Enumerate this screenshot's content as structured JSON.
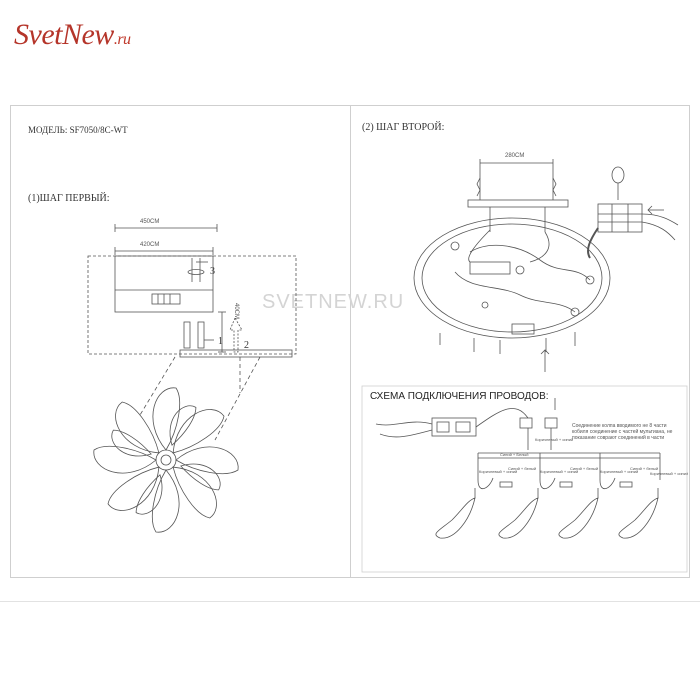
{
  "brand": {
    "logo_text": "SvetNew",
    "logo_suffix": ".ru"
  },
  "model": {
    "label": "МОДЕЛЬ: SF7050/8C-WT"
  },
  "step1": {
    "title": "(1)ШАГ ПЕРВЫЙ:",
    "dim_outer": "450CM",
    "dim_inner": "420CM",
    "dim_side": "40CM",
    "marker_1": "1",
    "marker_2": "2",
    "marker_3": "3"
  },
  "step2": {
    "title": "(2) ШАГ ВТОРОЙ:",
    "dim_top": "280CM"
  },
  "watermark": "SVETNEW.RU",
  "wiring": {
    "title": "СХЕМА ПОДКЛЮЧЕНИЯ ПРОВОДОВ:",
    "note_lines": [
      "Соединение колпа вводимого не 8 части",
      "кобиля соединение с частей мультиана, не",
      "показание соврают соединений в части"
    ],
    "small_labels": [
      "Синий + Белый",
      "Коричневый + синий"
    ],
    "wire_labels": [
      "Коричневый + синий",
      "Синий + белый",
      "Коричневый + синий",
      "Синий + белый",
      "Коричневый + синий",
      "Синий + белый",
      "Коричневый + синий"
    ]
  },
  "colors": {
    "brand": "#b5352a",
    "line": "#555555",
    "frame": "#cfcfcf"
  }
}
